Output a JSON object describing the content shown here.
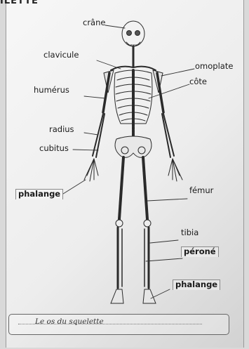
{
  "header_cut": "ILETTE",
  "labels": {
    "crane": "crâne",
    "clavicule": "clavicule",
    "omoplate": "omoplate",
    "humerus": "humérus",
    "cote": "côte",
    "radius": "radius",
    "cubitus": "cubitus",
    "phalange_main": "phalange",
    "femur": "fémur",
    "tibia": "tibia",
    "perone": "péroné",
    "phalange_pied": "phalange"
  },
  "caption": "Le os du squelette"
}
